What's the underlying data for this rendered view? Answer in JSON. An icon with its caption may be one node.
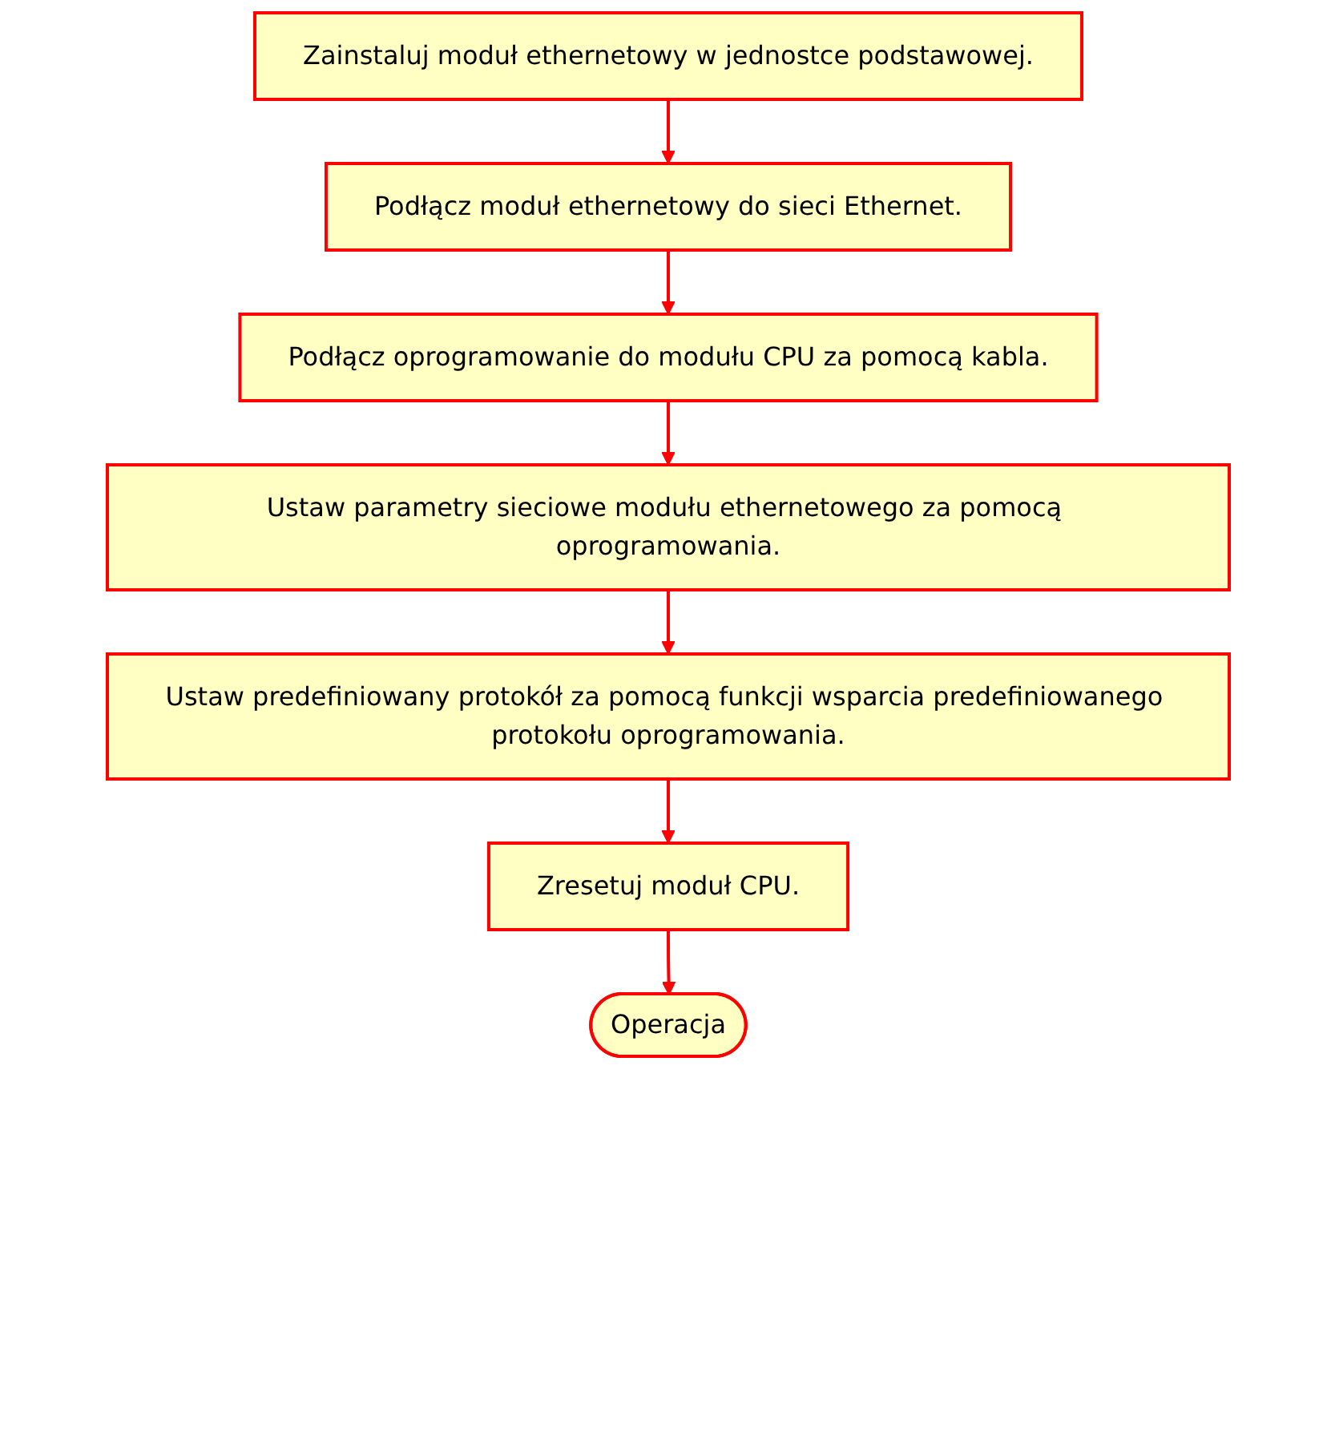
{
  "diagram": {
    "nodes": [
      {
        "text": [
          "Zainstaluj moduł ethernetowy w jednostce podstawowej."
        ]
      },
      {
        "text": [
          "Podłącz moduł ethernetowy do sieci Ethernet."
        ]
      },
      {
        "text": [
          "Podłącz oprogramowanie do modułu CPU za pomocą kabla."
        ]
      },
      {
        "text": [
          "Ustaw parametry sieciowe modułu ethernetowego za pomocą oprogramowania."
        ]
      },
      {
        "text": [
          "Ustaw predefiniowany protokół za pomocą funkcji wsparcia predefiniowanego protokołu oprogramowania."
        ]
      },
      {
        "text": [
          "Zresetuj moduł CPU."
        ]
      },
      {
        "text": [
          "Operacja"
        ]
      }
    ],
    "edges": [
      {
        "from": 0,
        "to": 1,
        "arrow": "to"
      },
      {
        "from": 1,
        "to": 2,
        "arrow": "to"
      },
      {
        "from": 2,
        "to": 3,
        "arrow": "to"
      },
      {
        "from": 3,
        "to": 4,
        "arrow": "to"
      },
      {
        "from": 4,
        "to": 5,
        "arrow": "to"
      },
      {
        "from": 5,
        "to": 6,
        "arrow": "to"
      }
    ]
  }
}
